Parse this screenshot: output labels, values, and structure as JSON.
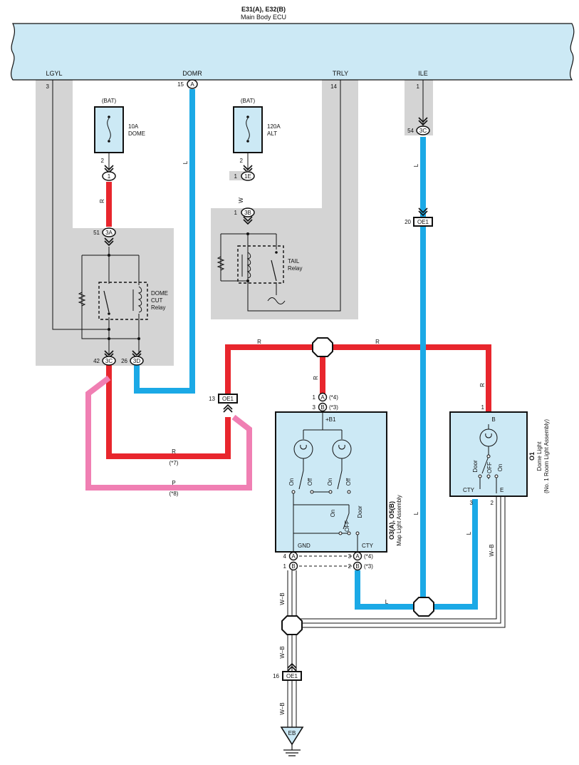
{
  "header": {
    "connector_title": "E31(A), E32(B)",
    "ecu_name": "Main Body ECU"
  },
  "ecu_pins": {
    "lgyl": {
      "label": "LGYL",
      "pin": "3"
    },
    "domr": {
      "label": "DOMR",
      "pin": "15",
      "conn": "A"
    },
    "trly": {
      "label": "TRLY",
      "pin": "14"
    },
    "ile": {
      "label": "ILE",
      "pin": "1"
    }
  },
  "fuses": {
    "dome": {
      "source": "(BAT)",
      "rating": "10A",
      "name": "DOME",
      "pin": "2"
    },
    "alt": {
      "source": "(BAT)",
      "rating": "120A",
      "name": "ALT",
      "pin": "2"
    }
  },
  "connectors": {
    "c1": "1",
    "c1e": {
      "pin": "1",
      "id": "1E"
    },
    "c3b": {
      "pin": "1",
      "id": "3B"
    },
    "c3a": {
      "pin": "51",
      "id": "3A"
    },
    "c3c_left": {
      "pin": "42",
      "id": "3C"
    },
    "c3d": {
      "pin": "26",
      "id": "3D"
    },
    "c3c_right": {
      "pin": "54",
      "id": "3C"
    },
    "oe1_20": {
      "pin": "20",
      "id": "OE1"
    },
    "oe1_13": {
      "pin": "13",
      "id": "OE1"
    },
    "oe1_16": {
      "pin": "16",
      "id": "OE1"
    },
    "ground": "EB"
  },
  "relays": {
    "dome_cut": [
      "DOME",
      "CUT",
      "Relay"
    ],
    "tail": [
      "TAIL",
      "Relay"
    ]
  },
  "wire_colors": {
    "r": "R",
    "l": "L",
    "w": "W",
    "p": "P",
    "wb": "W–B",
    "note7": "(*7)",
    "note8": "(*8)"
  },
  "map_light": {
    "pin_a_top": {
      "pin": "1",
      "conn": "A",
      "note": "(*4)"
    },
    "pin_b_top": {
      "pin": "3",
      "conn": "B",
      "note": "(*3)"
    },
    "b1": "+B1",
    "gnd": "GND",
    "cty": "CTY",
    "on": "On",
    "off_lower": "Off",
    "off_upper": "OFF",
    "door": "Door",
    "bottom_left_a": "4",
    "bottom_left_a_conn": "A",
    "bottom_left_b": "1",
    "bottom_left_b_conn": "B",
    "bottom_right_a": {
      "pin": "3",
      "conn": "A",
      "note": "(*4)"
    },
    "bottom_right_b": {
      "pin": "2",
      "conn": "B",
      "note": "(*3)"
    },
    "title": "O3(A), O5(B)",
    "subtitle": "Map Light Assembly"
  },
  "dome_light": {
    "pin_top": "1",
    "b": "B",
    "cty": "CTY",
    "e": "E",
    "pin_cty": "3",
    "pin_e": "2",
    "door": "Door",
    "off": "OFF",
    "on": "On",
    "title": "O1",
    "subtitle": "Dome Light",
    "subtitle2": "(No. 1 Room Light Assembly)"
  },
  "colors": {
    "red_wire": "#e8262d",
    "blue_wire": "#1ba9e6",
    "pink_wire": "#f07fb3",
    "component_fill": "#cce9f5",
    "gray_band": "#d4d4d4"
  }
}
